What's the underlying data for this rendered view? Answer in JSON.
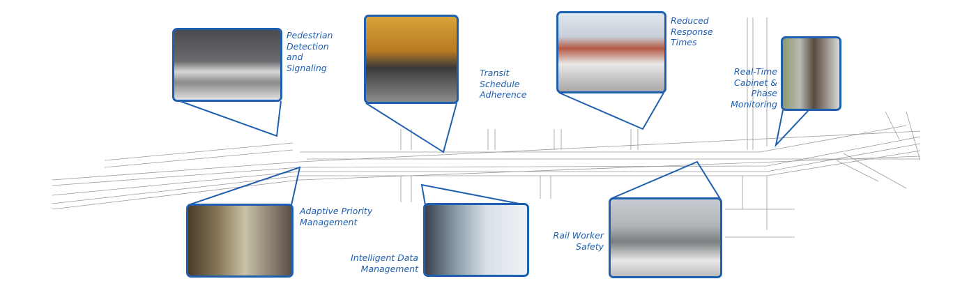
{
  "accent_color": "#1f5fb0",
  "callouts": [
    {
      "label": "Pedestrian\nDetection\nand\nSignaling",
      "photo": "pedestrians-crosswalk-wheelchair"
    },
    {
      "label": "Transit\nSchedule\nAdherence",
      "photo": "transit-bus-street"
    },
    {
      "label": "Reduced\nResponse\nTimes",
      "photo": "fire-truck-station"
    },
    {
      "label": "Real-Time\nCabinet &\nPhase\nMonitoring",
      "photo": "signal-cabinet-open"
    },
    {
      "label": "Adaptive Priority\nManagement",
      "photo": "light-rail-pedestrian-signal"
    },
    {
      "label": "Intelligent Data\nManagement",
      "photo": "operator-monitors"
    },
    {
      "label": "Rail Worker\nSafety",
      "photo": "workers-on-platform"
    }
  ]
}
